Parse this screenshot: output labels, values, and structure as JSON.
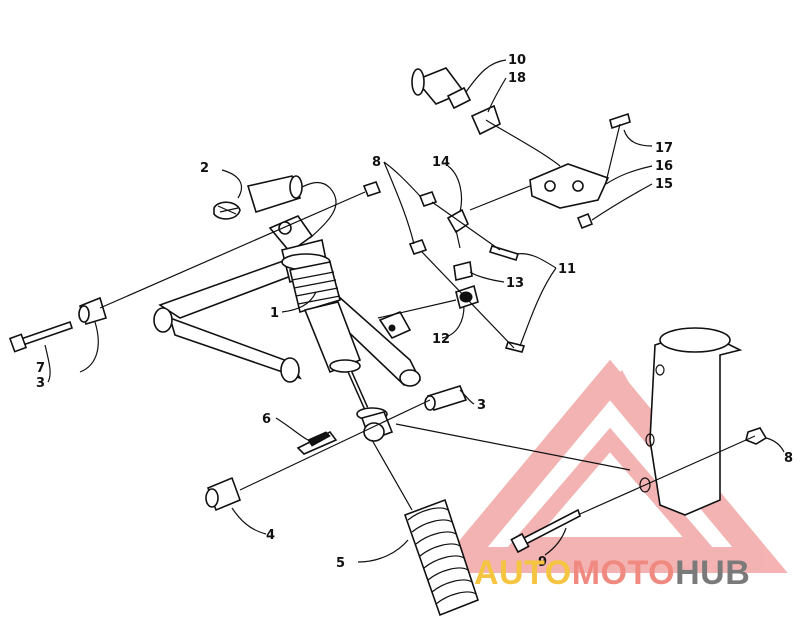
{
  "callouts": {
    "c1": "1",
    "c2": "2",
    "c3a": "3",
    "c3b": "3",
    "c4": "4",
    "c5": "5",
    "c6": "6",
    "c7": "7",
    "c8a": "8",
    "c8b": "8",
    "c9": "9",
    "c10": "10",
    "c11": "11",
    "c12": "12",
    "c13": "13",
    "c14": "14",
    "c15": "15",
    "c16": "16",
    "c17": "17",
    "c18": "18"
  },
  "watermark": {
    "auto": "AUTO",
    "moto": "MOTO",
    "hub": "HUB",
    "colors": {
      "auto": "#f5c441",
      "moto": "#f08a80",
      "hub": "#7a7a7a",
      "triangle": "#f19a9a"
    }
  }
}
